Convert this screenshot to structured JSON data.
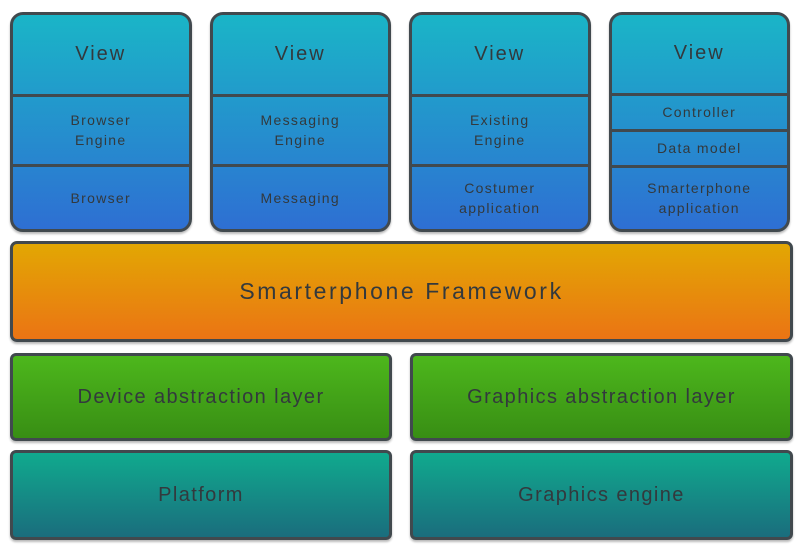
{
  "view_columns": [
    {
      "header": "View",
      "sections": [
        {
          "label": "Browser\nEngine"
        },
        {
          "label": "Browser"
        }
      ]
    },
    {
      "header": "View",
      "sections": [
        {
          "label": "Messaging\nEngine"
        },
        {
          "label": "Messaging"
        }
      ]
    },
    {
      "header": "View",
      "sections": [
        {
          "label": "Existing\nEngine"
        },
        {
          "label": "Costumer\napplication"
        }
      ]
    },
    {
      "header": "View",
      "sections": [
        {
          "label": "Controller"
        },
        {
          "label": "Data model"
        },
        {
          "label": "Smarterphone\napplication"
        }
      ]
    }
  ],
  "framework": {
    "label": "Smarterphone Framework"
  },
  "abstraction_layers": [
    {
      "label": "Device abstraction layer"
    },
    {
      "label": "Graphics abstraction layer"
    }
  ],
  "base_layers": [
    {
      "label": "Platform"
    },
    {
      "label": "Graphics engine"
    }
  ],
  "colors": {
    "border": "#41494e",
    "text": "#33393d",
    "column_grad_top": "#1ab5c7",
    "column_grad_bottom": "#2e6fd3",
    "framework_grad_top": "#e2a703",
    "framework_grad_bottom": "#eb7414",
    "abstraction_grad_top": "#4db71c",
    "abstraction_grad_bottom": "#388e14",
    "base_grad_top": "#10aa8e",
    "base_grad_bottom": "#1a6d7d"
  }
}
